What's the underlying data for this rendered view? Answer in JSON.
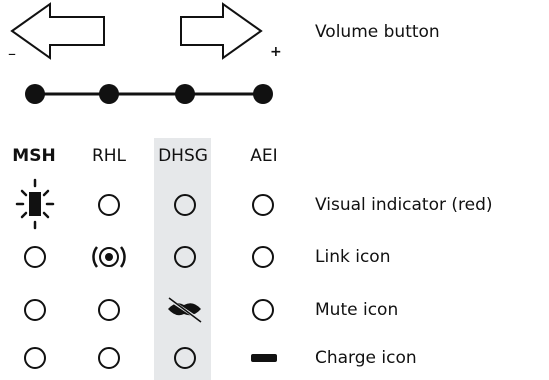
{
  "volume_label": "Volume button",
  "minus_sign": "–",
  "plus_sign": "+",
  "columns": [
    "MSH",
    "RHL",
    "DHSG",
    "AEI"
  ],
  "rows": [
    {
      "label": "Visual indicator (red)",
      "states": [
        "blinking-indicator-icon",
        "off",
        "off",
        "off"
      ]
    },
    {
      "label": "Link icon",
      "states": [
        "off",
        "link-icon",
        "off",
        "off"
      ]
    },
    {
      "label": "Mute icon",
      "states": [
        "off",
        "off",
        "mute-icon",
        "off"
      ]
    },
    {
      "label": "Charge icon",
      "states": [
        "off",
        "off",
        "off",
        "charge-icon"
      ]
    }
  ],
  "highlighted_column": "DHSG",
  "colors": {
    "ink": "#111111",
    "highlight": "#e6e8ea"
  }
}
